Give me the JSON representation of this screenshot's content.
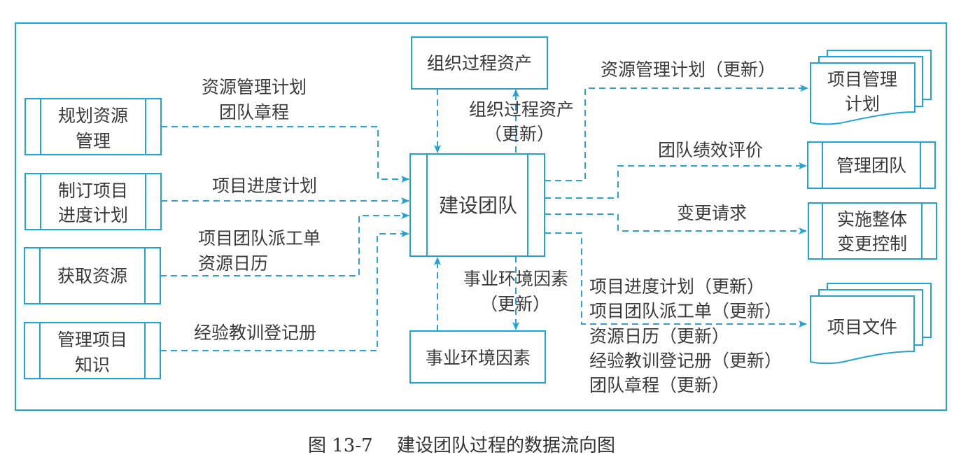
{
  "figure": {
    "caption_number": "图 13-7",
    "caption_title": "建设团队过程的数据流向图"
  },
  "center_process": {
    "label": "建设团队"
  },
  "inputs": {
    "sources": [
      {
        "lines": [
          "规划资源",
          "管理"
        ]
      },
      {
        "lines": [
          "制订项目",
          "进度计划"
        ]
      },
      {
        "lines": [
          "获取资源"
        ]
      },
      {
        "lines": [
          "管理项目",
          "知识"
        ]
      }
    ],
    "flow_labels": [
      {
        "lines": [
          "资源管理计划",
          "团队章程"
        ]
      },
      {
        "lines": [
          "项目进度计划"
        ]
      },
      {
        "lines": [
          "项目团队派工单",
          "资源日历"
        ]
      },
      {
        "lines": [
          "经验教训登记册"
        ]
      }
    ]
  },
  "top": {
    "box_label": "组织过程资产",
    "update_label": [
      "组织过程资产",
      "（更新）"
    ]
  },
  "bottom": {
    "box_label": "事业环境因素",
    "update_label": [
      "事业环境因素",
      "（更新）"
    ]
  },
  "outputs": {
    "targets": [
      {
        "type": "document",
        "lines": [
          "项目管理",
          "计划"
        ]
      },
      {
        "type": "process",
        "lines": [
          "管理团队"
        ]
      },
      {
        "type": "process",
        "lines": [
          "实施整体",
          "变更控制"
        ]
      },
      {
        "type": "document",
        "lines": [
          "项目文件"
        ]
      }
    ],
    "flow_labels": [
      {
        "lines": [
          "资源管理计划（更新）"
        ]
      },
      {
        "lines": [
          "团队绩效评价"
        ]
      },
      {
        "lines": [
          "变更请求"
        ]
      },
      {
        "lines": [
          "项目进度计划（更新）",
          "项目团队派工单（更新）",
          "资源日历（更新）",
          "经验教训登记册（更新）",
          "团队章程（更新）"
        ]
      }
    ]
  },
  "colors": {
    "line": "#1fa3d9",
    "text": "#3a3a3a"
  }
}
